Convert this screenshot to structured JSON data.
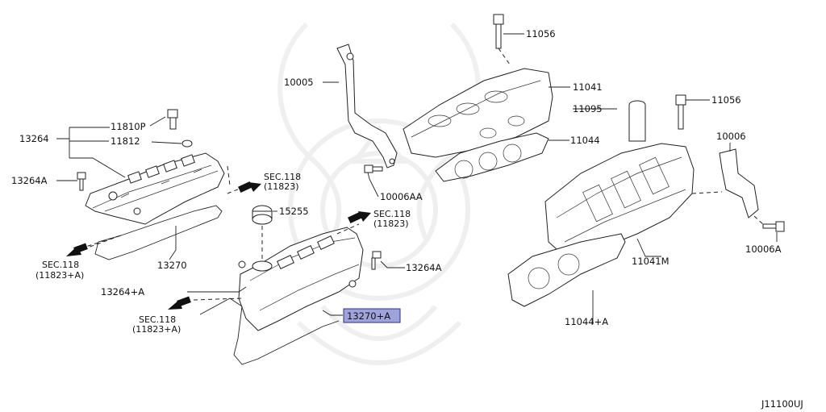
{
  "diagram_code": "J11100UJ",
  "highlight_color": "#9ea3dc",
  "callouts": {
    "p13264_top": "13264",
    "p11810P": "11810P",
    "p11812": "11812",
    "p13264A_left": "13264A",
    "sec_left_1": "SEC.118",
    "sec_left_1_sub": "(11823+A)",
    "p13270": "13270",
    "sec_mid_1": "SEC.118",
    "sec_mid_1_sub": "(11823)",
    "p15255": "15255",
    "sec_mid_2": "SEC.118",
    "sec_mid_2_sub": "(11823)",
    "p13264A_mid": "13264A",
    "p13264plusA": "13264+A",
    "sec_left_2": "SEC.118",
    "sec_left_2_sub": "(11823+A)",
    "p13270plusA": "13270+A",
    "p10005": "10005",
    "p11056_top": "11056",
    "p11041": "11041",
    "p11095": "11095",
    "p11044": "11044",
    "p10006AA": "10006AA",
    "p11056_right": "11056",
    "p10006": "10006",
    "p10006A": "10006A",
    "p11041M": "11041M",
    "p11044plusA": "11044+A"
  }
}
